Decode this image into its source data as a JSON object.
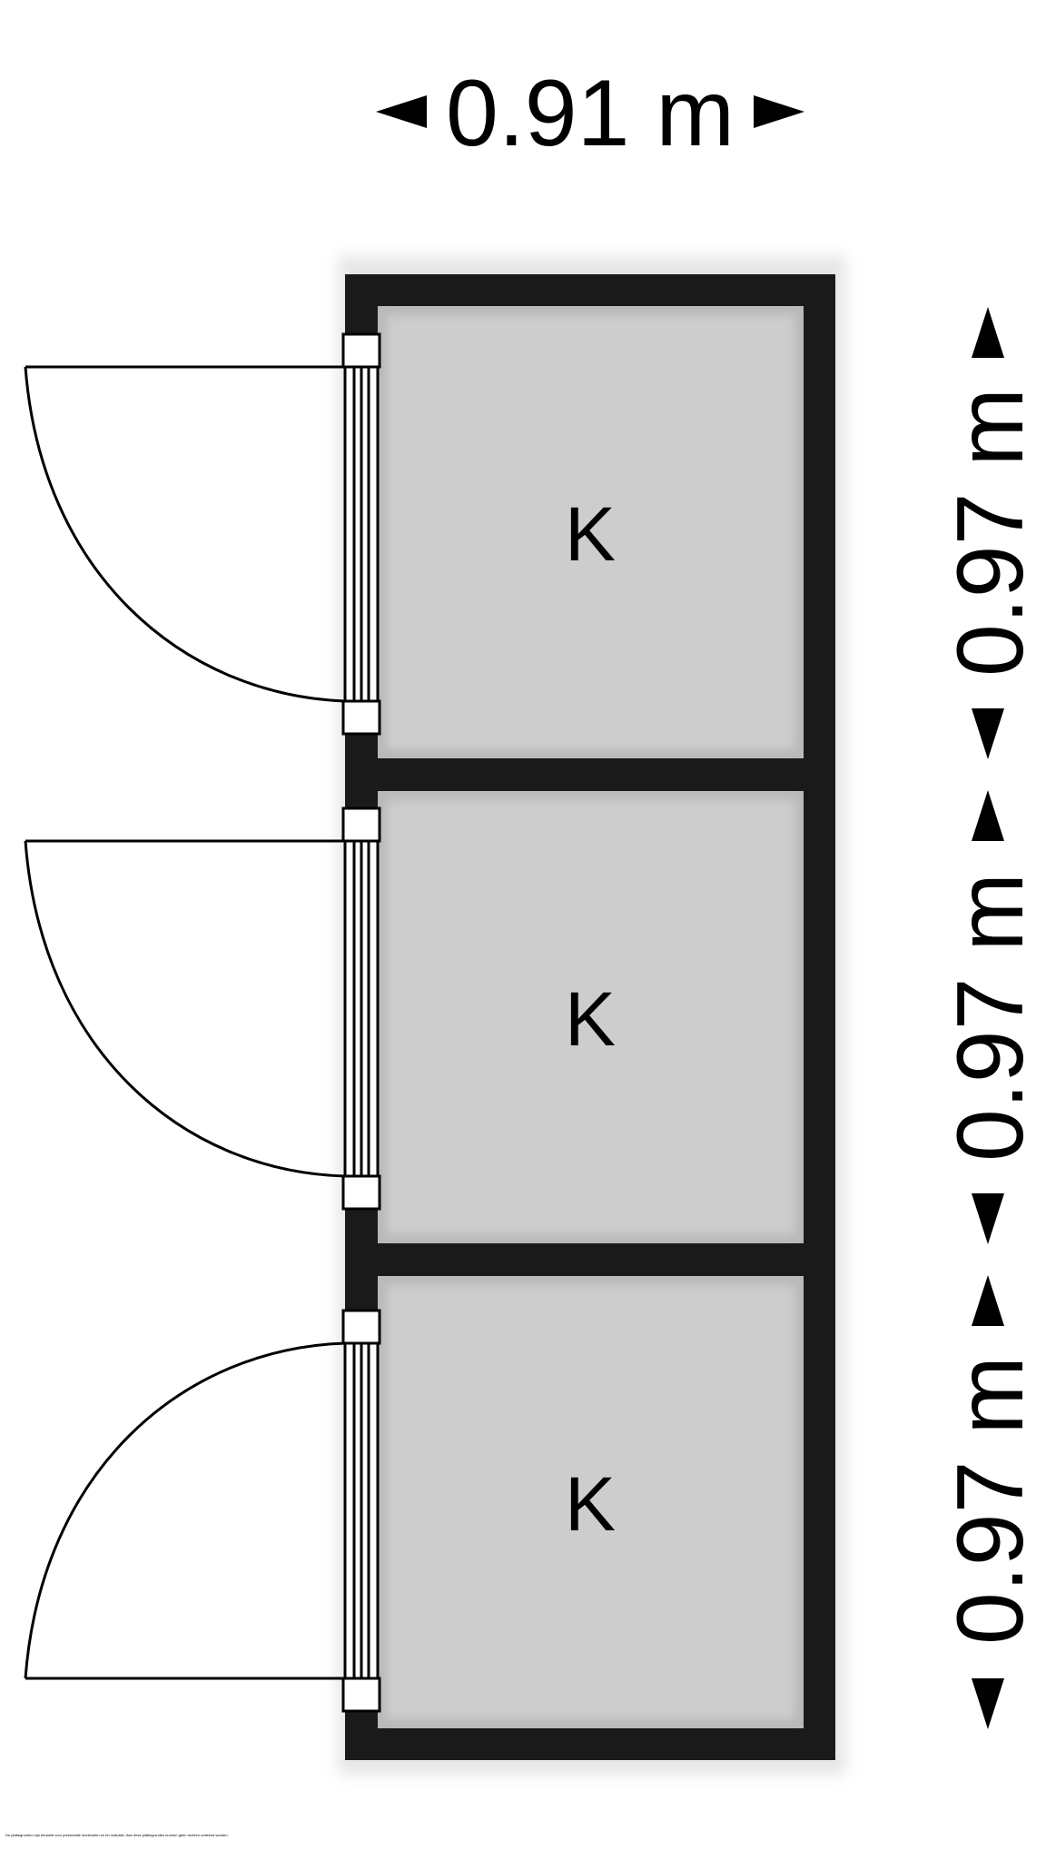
{
  "dimensions": {
    "width_label": "0.91 m",
    "heights": [
      "0.97 m",
      "0.97 m",
      "0.97 m"
    ]
  },
  "rooms": [
    {
      "label": "K"
    },
    {
      "label": "K"
    },
    {
      "label": "K"
    }
  ],
  "disclaimer": "De plattegronden zijn bedoeld voor presentatie doeleinden en ter indicatie. Aan deze plattegronden kunnen geen rechten ontleend worden.",
  "colors": {
    "wall": "#1a1a1a",
    "room_fill": "#cdcdcd",
    "room_inner_shadow": "#b8b8b8",
    "door_line": "#000000",
    "background": "#ffffff"
  }
}
